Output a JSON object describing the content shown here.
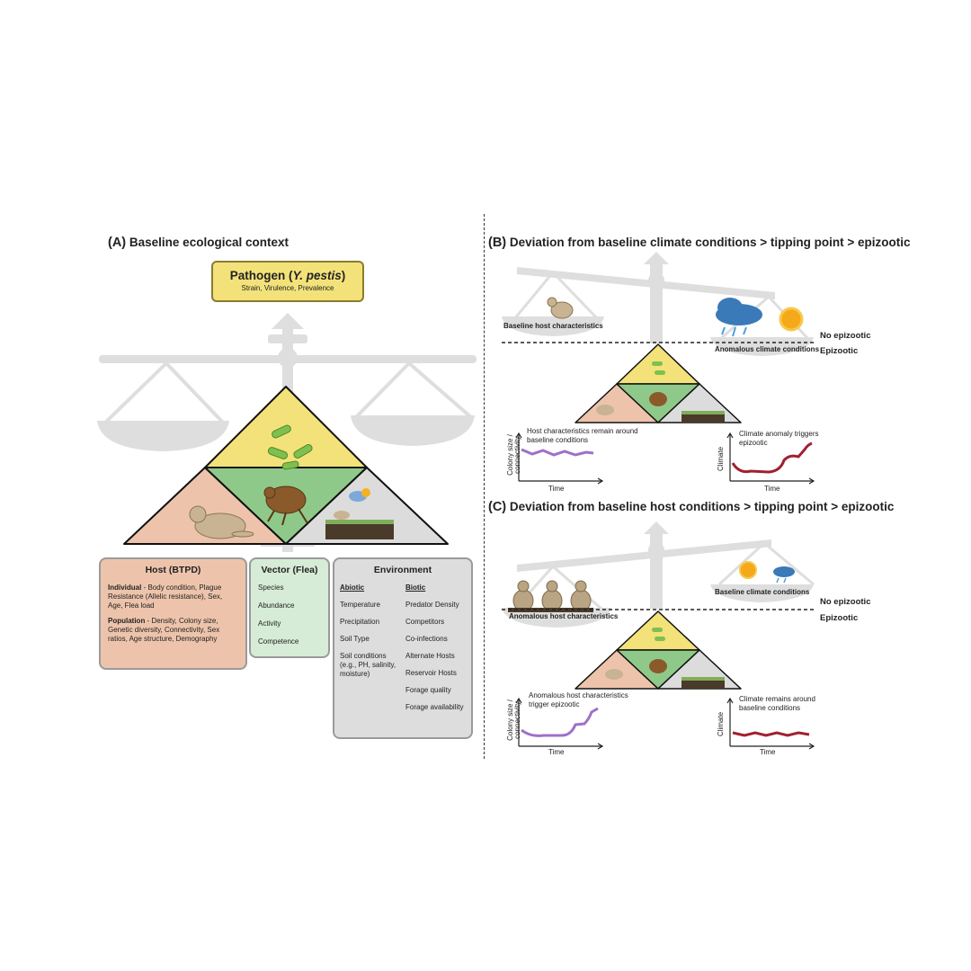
{
  "panel_a": {
    "letter": "(A)",
    "title": "Baseline ecological context",
    "pathogen": {
      "title_prefix": "Pathogen (",
      "title_italic": "Y. pestis",
      "title_suffix": ")",
      "subtitle": "Strain, Virulence, Prevalence"
    },
    "host": {
      "title": "Host (BTPD)",
      "individual_label": "Individual",
      "individual_text": " - Body condition, Plague Resistance (Allelic resistance), Sex, Age, Flea load",
      "population_label": "Population",
      "population_text": " - Density, Colony size, Genetic diversity, Connectivity, Sex ratios, Age structure, Demography"
    },
    "vector": {
      "title": "Vector (Flea)",
      "items": [
        "Species",
        "Abundance",
        "Activity",
        "Competence"
      ]
    },
    "environment": {
      "title": "Environment",
      "abiotic_label": "Abiotic",
      "abiotic": [
        "Temperature",
        "Precipitation",
        "Soil Type",
        "Soil conditions (e.g., PH, salinity, moisture)"
      ],
      "biotic_label": "Biotic",
      "biotic": [
        "Predator Density",
        "Competitors",
        "Co-infections",
        "Alternate Hosts",
        "Reservoir Hosts",
        "Forage quality",
        "Forage availability"
      ]
    }
  },
  "panel_b": {
    "letter": "(B)",
    "title": "Deviation from baseline climate  conditions > tipping point > epizootic",
    "left_pan_label": "Baseline host characteristics",
    "right_pan_label": "Anomalous climate conditions",
    "no_epizootic": "No epizootic",
    "epizootic": "Epizootic",
    "host_graph": {
      "caption": "Host characteristics remain around baseline conditions",
      "ylabel": "Colony size / connectivity",
      "xlabel": "Time"
    },
    "climate_graph": {
      "caption": "Climate anomaly triggers epizootic",
      "ylabel": "Climate",
      "xlabel": "Time"
    }
  },
  "panel_c": {
    "letter": "(C)",
    "title": "Deviation from baseline host conditions > tipping point > epizootic",
    "left_pan_label": "Anomalous host characteristics",
    "right_pan_label": "Baseline climate conditions",
    "no_epizootic": "No epizootic",
    "epizootic": "Epizootic",
    "host_graph": {
      "caption": "Anomalous host characteristics trigger epizootic",
      "ylabel": "Colony size / connectivity",
      "xlabel": "Time"
    },
    "climate_graph": {
      "caption": "Climate remains around baseline conditions",
      "ylabel": "Climate",
      "xlabel": "Time"
    }
  },
  "colors": {
    "pathogen": "#f3e27a",
    "host": "#edc4ab",
    "vector": "#d7ecd6",
    "environment": "#dddddd",
    "scale": "#dedede",
    "host_line": "#a070c8",
    "climate_line": "#a02030"
  }
}
